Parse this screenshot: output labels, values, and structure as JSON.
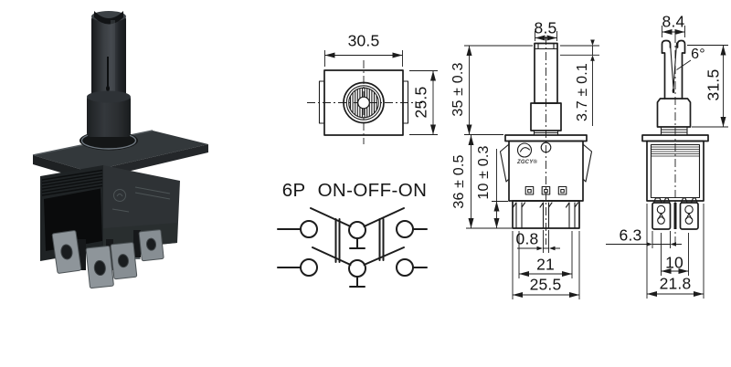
{
  "page": {
    "background": "#ffffff"
  },
  "photo": {
    "description": "Black toggle switch with slotted lever, square bezel and six spade terminals"
  },
  "top_view": {
    "width": "30.5",
    "height": "25.5"
  },
  "schematic": {
    "poles": "6P",
    "function": "ON-OFF-ON"
  },
  "front_view": {
    "lever_width": "8.5",
    "lever_height": "35 ± 0.3",
    "lever_tip": "3.7 ± 0.1",
    "body_height": "36 ± 0.5",
    "terminal_length": "10 ± 0.3",
    "terminal_thickness": "0.8",
    "terminal_span": "21",
    "body_width": "25.5",
    "brand": "ZGCY®"
  },
  "side_view": {
    "lever_width": "8.4",
    "slot_angle": "6°",
    "lever_height": "31.5",
    "terminal_width": "6.3",
    "terminal_pitch": "10",
    "body_width": "21.8"
  },
  "colors": {
    "line": "#1c1c1c",
    "text": "#141414",
    "metal": "#8e959a",
    "plastic": "#2e3235"
  }
}
